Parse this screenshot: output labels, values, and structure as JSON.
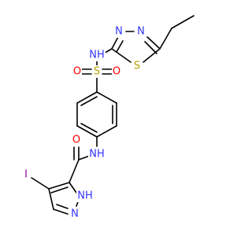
{
  "colors": {
    "bond": "#000000",
    "nitrogen": "#3333ff",
    "oxygen": "#ff0000",
    "sulfur": "#b8a000",
    "iodine": "#940094"
  },
  "atoms": [
    {
      "id": "n_thiad_a",
      "label": "N",
      "element": "nitrogen"
    },
    {
      "id": "n_thiad_b",
      "label": "N",
      "element": "nitrogen"
    },
    {
      "id": "s_thiad",
      "label": "S",
      "element": "sulfur"
    },
    {
      "id": "nh_sulfonamide",
      "label": "NH",
      "element": "nitrogen"
    },
    {
      "id": "s_sulfonyl",
      "label": "S",
      "element": "sulfur"
    },
    {
      "id": "o_sulfonyl_left",
      "label": "O",
      "element": "oxygen"
    },
    {
      "id": "o_sulfonyl_right",
      "label": "O",
      "element": "oxygen"
    },
    {
      "id": "nh_amide",
      "label": "NH",
      "element": "nitrogen"
    },
    {
      "id": "o_carbonyl",
      "label": "O",
      "element": "oxygen"
    },
    {
      "id": "i_sub",
      "label": "I",
      "element": "iodine"
    },
    {
      "id": "n_pyrazole_h",
      "label": "NH",
      "element": "nitrogen"
    },
    {
      "id": "n_pyrazole",
      "label": "N",
      "element": "nitrogen"
    }
  ]
}
